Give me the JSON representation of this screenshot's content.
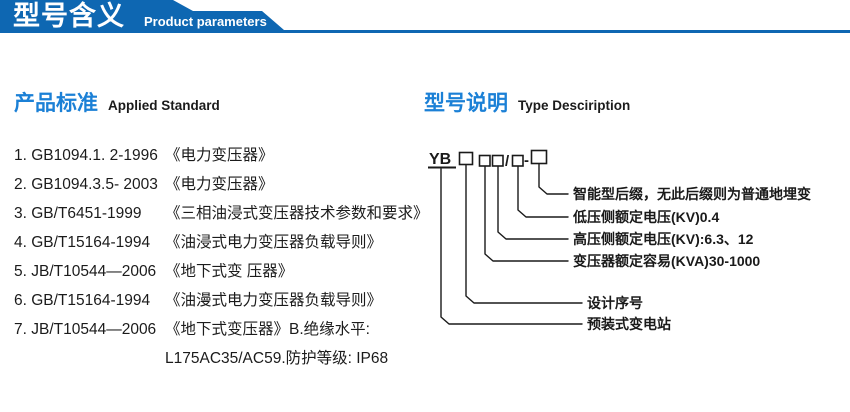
{
  "header": {
    "title_cn": "型号含义",
    "title_en": "Product parameters"
  },
  "applied_standard": {
    "heading_cn": "产品标准",
    "heading_en": "Applied Standard",
    "items": [
      {
        "code": "1. GB1094.1. 2-1996",
        "title": "《电力变压器》"
      },
      {
        "code": "2. GB1094.3.5- 2003",
        "title": "《电力变压器》"
      },
      {
        "code": "3. GB/T6451-1999",
        "title": "《三相油浸式变压器技术参数和要求》"
      },
      {
        "code": "4. GB/T15164-1994",
        "title": "《油浸式电力变压器负载导则》"
      },
      {
        "code": "5. JB/T10544—2006",
        "title": "《地下式变 压器》"
      },
      {
        "code": "6. GB/T15164-1994",
        "title": "《油漫式电力变压器负载导则》"
      },
      {
        "code": "7. JB/T10544—2006",
        "title": "《地下式变压器》B.绝缘水平:"
      },
      {
        "code": "",
        "title": "L175AC35/AC59.防护等级: IP68"
      }
    ]
  },
  "type_description": {
    "heading_cn": "型号说明",
    "heading_en": "Type Desciription",
    "model_code": {
      "prefix": "YB",
      "separator_slash": "/",
      "separator_dash": "-"
    },
    "labels": [
      "智能型后缀，无此后缀则为普通地埋变",
      "低压侧额定电压(KV)0.4",
      "高压侧额定电压(KV):6.3、12",
      "变压器额定容易(KVA)30-1000",
      "设计序号",
      "预装式变电站"
    ]
  },
  "colors": {
    "banner_blue": "#0e67b2",
    "heading_blue": "#1b80d6",
    "text_dark": "#1b1b1b"
  }
}
